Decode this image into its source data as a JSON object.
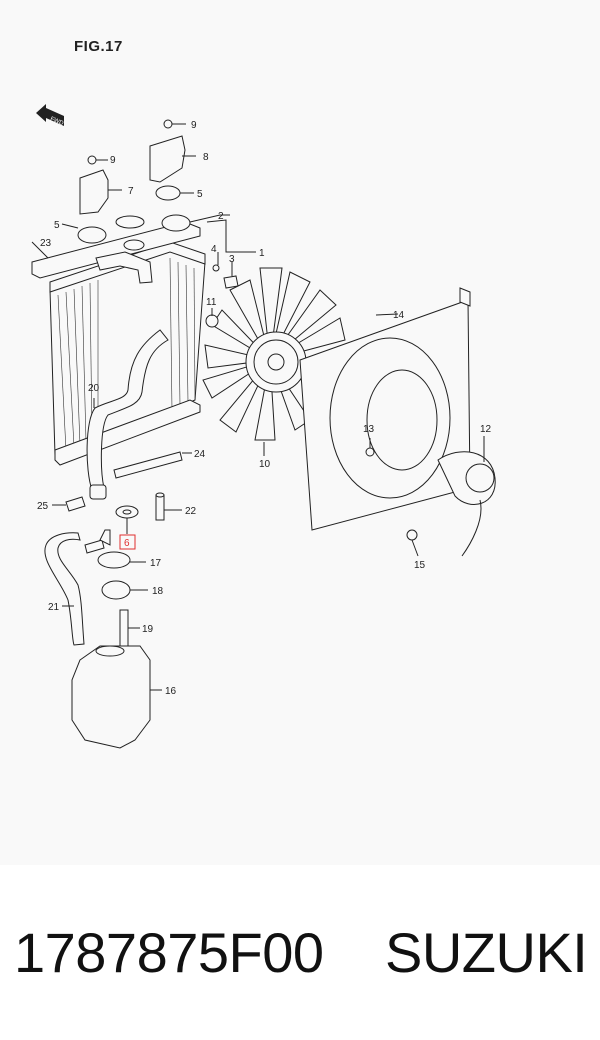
{
  "figure": {
    "title": "FIG.17",
    "fwd_label": "FWD"
  },
  "callouts": [
    {
      "id": "c1",
      "text": "1"
    },
    {
      "id": "c2",
      "text": "2"
    },
    {
      "id": "c3",
      "text": "3"
    },
    {
      "id": "c4",
      "text": "4"
    },
    {
      "id": "c5a",
      "text": "5"
    },
    {
      "id": "c5b",
      "text": "5"
    },
    {
      "id": "c6",
      "text": "6",
      "highlight": true
    },
    {
      "id": "c7",
      "text": "7"
    },
    {
      "id": "c8",
      "text": "8"
    },
    {
      "id": "c9a",
      "text": "9"
    },
    {
      "id": "c9b",
      "text": "9"
    },
    {
      "id": "c10",
      "text": "10"
    },
    {
      "id": "c11",
      "text": "11"
    },
    {
      "id": "c12",
      "text": "12"
    },
    {
      "id": "c13",
      "text": "13"
    },
    {
      "id": "c14",
      "text": "14"
    },
    {
      "id": "c15",
      "text": "15"
    },
    {
      "id": "c16",
      "text": "16"
    },
    {
      "id": "c17",
      "text": "17"
    },
    {
      "id": "c18",
      "text": "18"
    },
    {
      "id": "c19",
      "text": "19"
    },
    {
      "id": "c20",
      "text": "20"
    },
    {
      "id": "c21",
      "text": "21"
    },
    {
      "id": "c22",
      "text": "22"
    },
    {
      "id": "c23",
      "text": "23"
    },
    {
      "id": "c24",
      "text": "24"
    },
    {
      "id": "c25",
      "text": "25"
    }
  ],
  "highlight_color": "#e03030",
  "footer": {
    "part_number": "1787875F00",
    "brand": "SUZUKI"
  }
}
